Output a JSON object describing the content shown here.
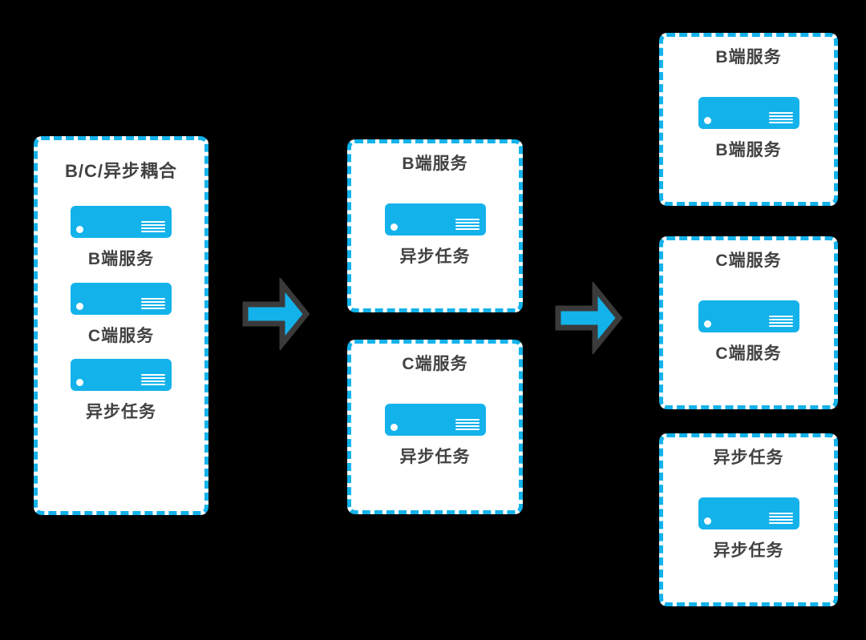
{
  "colors": {
    "background": "#000000",
    "accent_cyan": "#14B2EA",
    "panel_background": "#FFFFFF",
    "text_dark": "#424242",
    "arrow_outline": "#3A3A3A"
  },
  "icons": {
    "server": "server-icon",
    "server_led": "server-led-icon",
    "server_vents": "server-vents-icon",
    "arrow": "arrow-right-icon"
  },
  "diagram": {
    "stages": [
      {
        "boxes": [
          {
            "title": "B/C/异步耦合",
            "servers": [
              {
                "label": "B端服务"
              },
              {
                "label": "C端服务"
              },
              {
                "label": "异步任务"
              }
            ]
          }
        ]
      },
      {
        "boxes": [
          {
            "title": "B端服务",
            "servers": [
              {
                "label": "异步任务"
              }
            ]
          },
          {
            "title": "C端服务",
            "servers": [
              {
                "label": "异步任务"
              }
            ]
          }
        ]
      },
      {
        "boxes": [
          {
            "title": "B端服务",
            "servers": [
              {
                "label": "B端服务"
              }
            ]
          },
          {
            "title": "C端服务",
            "servers": [
              {
                "label": "C端服务"
              }
            ]
          },
          {
            "title": "异步任务",
            "servers": [
              {
                "label": "异步任务"
              }
            ]
          }
        ]
      }
    ]
  }
}
